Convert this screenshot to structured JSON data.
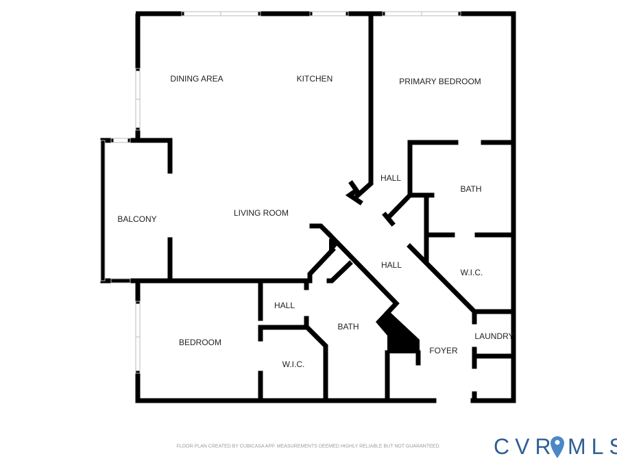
{
  "rooms": {
    "dining": "DINING AREA",
    "kitchen": "KITCHEN",
    "primary_bedroom": "PRIMARY BEDROOM",
    "hall_primary": "HALL",
    "bath_primary": "BATH",
    "balcony": "BALCONY",
    "living": "LIVING ROOM",
    "hall_center": "HALL",
    "wic_primary": "W.I.C.",
    "hall_bed": "HALL",
    "bath_center": "BATH",
    "laundry": "LAUNDRY",
    "bedroom": "BEDROOM",
    "wic_bed": "W.I.C.",
    "foyer": "FOYER"
  },
  "disclaimer": "FLOOR PLAN CREATED BY CUBICASA APP. MEASUREMENTS DEEMED HIGHLY RELIABLE BUT NOT GUARANTEED.",
  "logo": {
    "text": "CVRMLS",
    "color": "#2f5f93",
    "pin_color": "#4a88c8"
  },
  "colors": {
    "wall": "#000000",
    "window": "#bbbbbb"
  }
}
